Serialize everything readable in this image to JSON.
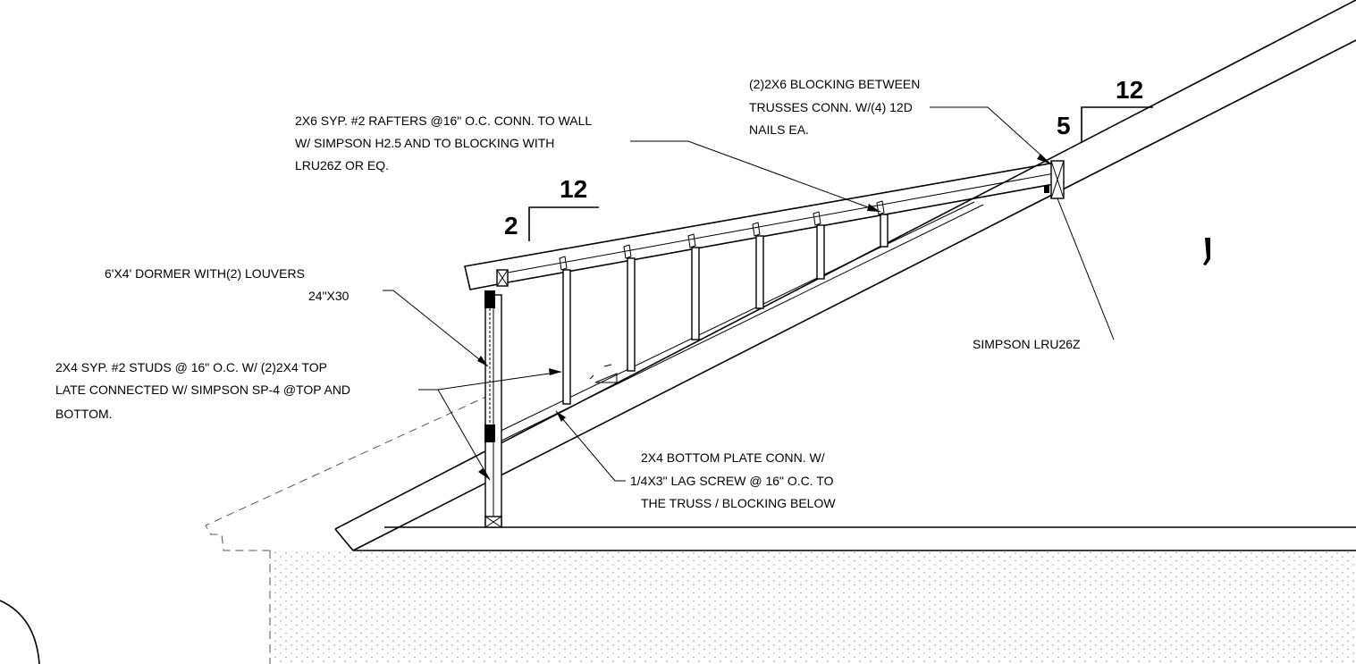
{
  "notes": {
    "rafters": [
      "2X6 SYP. #2 RAFTERS @16\" O.C. CONN. TO WALL",
      "W/ SIMPSON H2.5 AND TO BLOCKING WITH",
      "LRU26Z OR EQ."
    ],
    "blocking": [
      "(2)2X6 BLOCKING BETWEEN",
      "TRUSSES CONN. W/(4) 12D",
      "NAILS EA."
    ],
    "dormer": [
      "6'X4' DORMER WITH(2) LOUVERS",
      "24\"X30"
    ],
    "studs": [
      "2X4 SYP. #2 STUDS @ 16\" O.C. W/ (2)2X4 TOP",
      "LATE CONNECTED W/ SIMPSON SP-4 @TOP AND",
      "BOTTOM."
    ],
    "simpson": "SIMPSON LRU26Z",
    "bottom_plate": [
      "2X4 BOTTOM PLATE CONN. W/",
      "1/4X3\" LAG SCREW @ 16\" O.C. TO",
      "THE TRUSS / BLOCKING BELOW"
    ]
  },
  "pitch_dormer": {
    "rise": "2",
    "run": "12"
  },
  "pitch_roof": {
    "rise": "5",
    "run": "12"
  }
}
